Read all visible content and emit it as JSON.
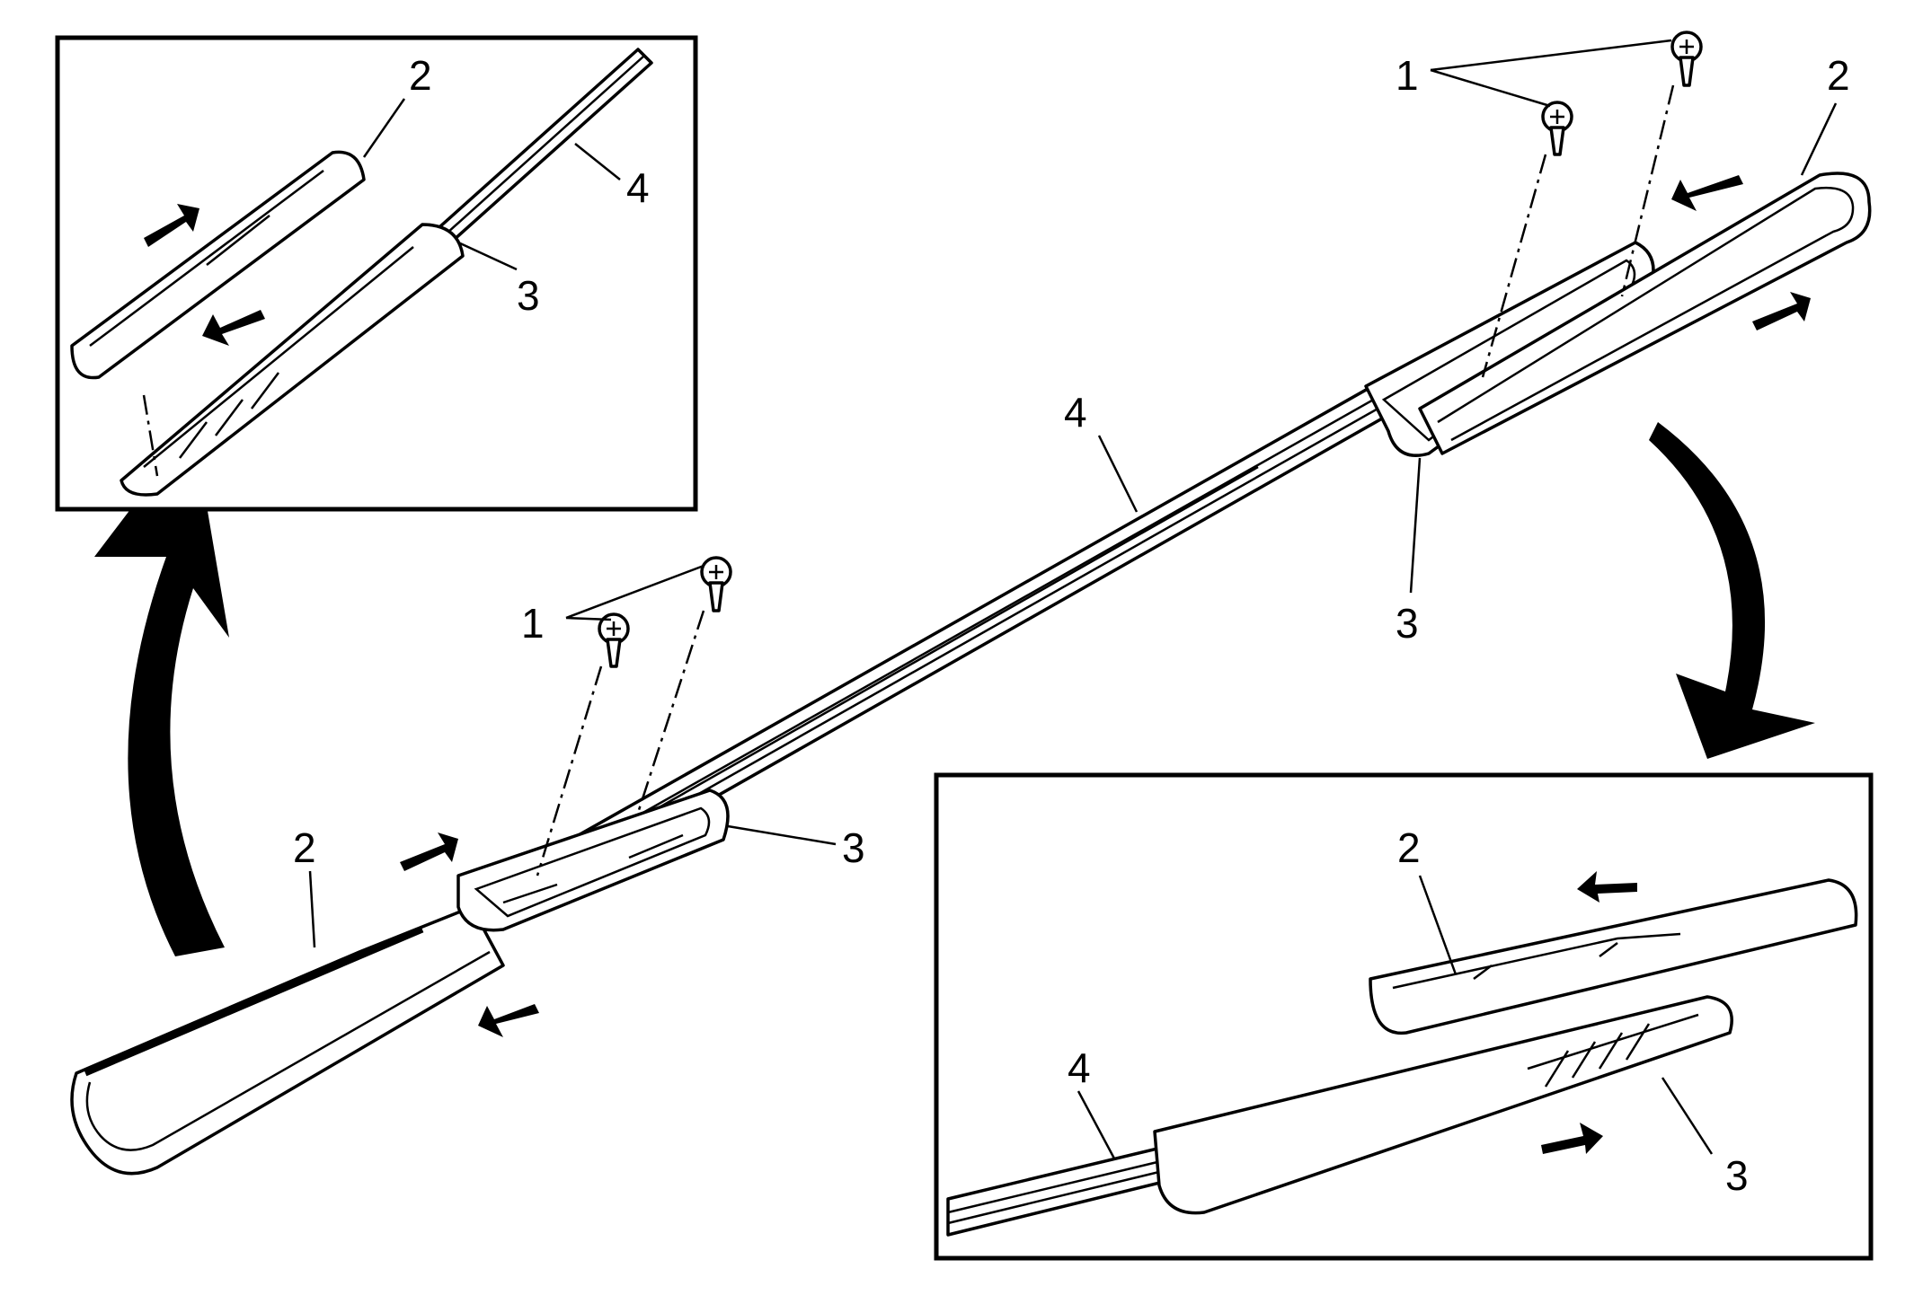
{
  "callouts": {
    "one": "1",
    "two": "2",
    "three": "3",
    "four": "4"
  },
  "colors": {
    "ink": "#000000",
    "paper": "#ffffff"
  },
  "icons": [
    "arrow-icon",
    "curved-arrow-icon",
    "screw-icon"
  ]
}
